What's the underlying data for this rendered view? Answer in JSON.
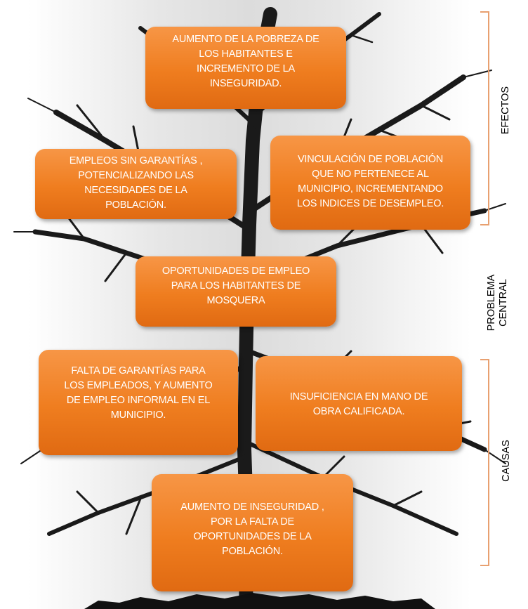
{
  "boxes": {
    "effect_top": "AUMENTO DE LA POBREZA DE\nLOS HABITANTES  E\nINCREMENTO DE LA\nINSEGURIDAD.",
    "effect_left": "EMPLEOS SIN GARANTÍAS ,\nPOTENCIALIZANDO LAS\nNECESIDADES DE LA\nPOBLACIÓN.",
    "effect_right": "VINCULACIÓN DE POBLACIÓN\nQUE NO PERTENECE AL\nMUNICIPIO,  INCREMENTANDO\nLOS INDICES DE DESEMPLEO.",
    "central_problem": "OPORTUNIDADES DE EMPLEO\nPARA LOS HABITANTES DE\nMOSQUERA",
    "cause_left": "FALTA DE GARANTÍAS PARA\nLOS EMPLEADOS, Y AUMENTO\nDE  EMPLEO  INFORMAL EN EL\nMUNICIPIO.",
    "cause_right": "INSUFICIENCIA EN  MANO DE\nOBRA CALIFICADA.",
    "cause_bottom": "AUMENTO DE  INSEGURIDAD ,\nPOR LA FALTA  DE\nOPORTUNIDADES DE LA\nPOBLACIÓN."
  },
  "labels": {
    "efectos": "EFECTOS",
    "problema": "PROBLEMA\nCENTRAL",
    "causas": "CAUSAS"
  },
  "colors": {
    "box_orange": "#F79646",
    "box_orange_dark": "#E06A12",
    "brace": "#E8A070",
    "tree": "#1a1a1a"
  }
}
